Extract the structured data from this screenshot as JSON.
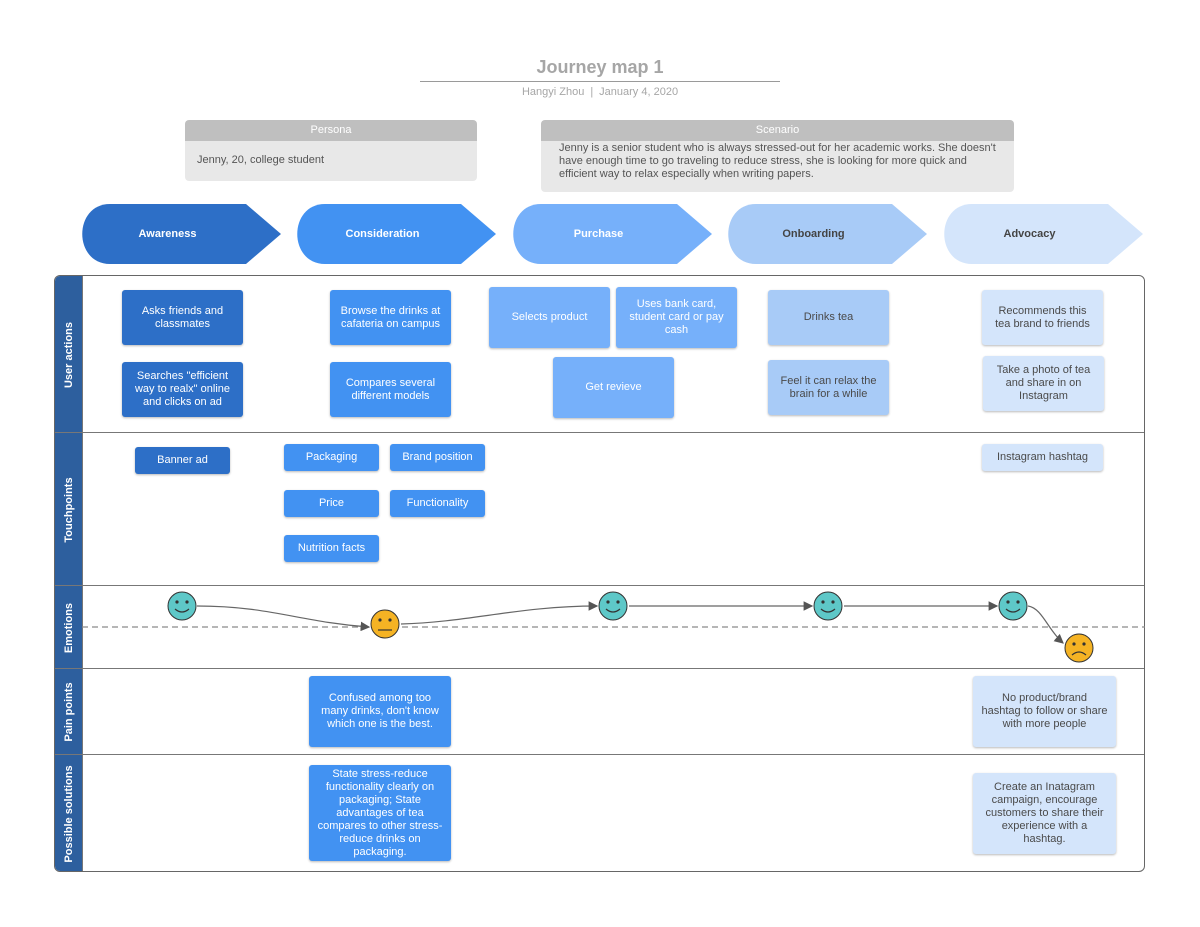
{
  "header": {
    "title": "Journey map 1",
    "author": "Hangyi Zhou",
    "separator": "|",
    "date": "January 4, 2020"
  },
  "persona": {
    "label": "Persona",
    "text": "Jenny, 20, college student"
  },
  "scenario": {
    "label": "Scenario",
    "text": "Jenny is a senior student who is always stressed-out for her academic works. She doesn't have enough time to go traveling to reduce stress, she is looking for more quick and efficient way to relax especially when writing papers."
  },
  "stages": [
    {
      "label": "Awareness",
      "color": "#2d6fc7",
      "text_color": "#ffffff"
    },
    {
      "label": "Consideration",
      "color": "#4292f2",
      "text_color": "#ffffff"
    },
    {
      "label": "Purchase",
      "color": "#76b0fa",
      "text_color": "#ffffff"
    },
    {
      "label": "Onboarding",
      "color": "#a8cbf7",
      "text_color": "#444444"
    },
    {
      "label": "Advocacy",
      "color": "#d4e5fb",
      "text_color": "#444444"
    }
  ],
  "lanes": {
    "user_actions": "User actions",
    "touchpoints": "Touchpoints",
    "emotions": "Emotions",
    "pain_points": "Pain points",
    "solutions": "Possible solutions"
  },
  "user_actions": {
    "awareness": [
      "Asks friends and classmates",
      "Searches \"efficient way to realx\" online and clicks on ad"
    ],
    "consideration": [
      "Browse the drinks at cafateria on campus",
      "Compares several different models"
    ],
    "purchase": [
      "Selects product",
      "Uses bank card, student card or pay cash",
      "Get revieve"
    ],
    "onboarding": [
      "Drinks tea",
      "Feel it can relax the brain for a while"
    ],
    "advocacy": [
      "Recommends this tea brand to friends",
      "Take a photo of tea and share in on Instagram"
    ]
  },
  "touchpoints": {
    "awareness": [
      "Banner ad"
    ],
    "consideration": [
      "Packaging",
      "Brand position",
      "Price",
      "Functionality",
      "Nutrition facts"
    ],
    "advocacy": [
      "Instagram hashtag"
    ]
  },
  "emotions": {
    "faces": [
      "happy",
      "neutral",
      "happy",
      "happy",
      "happy",
      "sad"
    ],
    "colors": {
      "happy": "#5ec8c8",
      "neutral": "#f5b324",
      "sad": "#f5b324"
    }
  },
  "pain_points": {
    "consideration": "Confused among too many drinks, don't know which one is the best.",
    "advocacy": "No  product/brand hashtag to follow or share with more people"
  },
  "solutions": {
    "consideration": "State stress-reduce functionality clearly on packaging; State advantages of tea compares to other stress-reduce drinks on packaging.",
    "advocacy": "Create an Inatagram campaign, encourage customers to share their experience with a hashtag."
  }
}
